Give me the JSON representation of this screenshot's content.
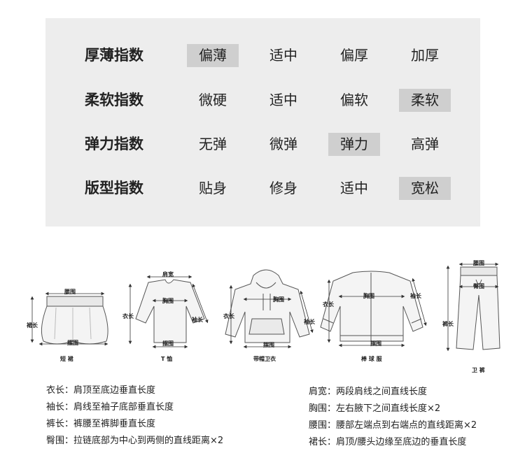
{
  "index_table": {
    "rows": [
      {
        "label": "厚薄指数",
        "options": [
          "偏薄",
          "适中",
          "偏厚",
          "加厚"
        ],
        "selected": 0
      },
      {
        "label": "柔软指数",
        "options": [
          "微硬",
          "适中",
          "偏软",
          "柔软"
        ],
        "selected": 3
      },
      {
        "label": "弹力指数",
        "options": [
          "无弹",
          "微弹",
          "弹力",
          "高弹"
        ],
        "selected": 2
      },
      {
        "label": "版型指数",
        "options": [
          "贴身",
          "修身",
          "适中",
          "宽松"
        ],
        "selected": 3
      }
    ],
    "highlight_color": "#cfcfcf",
    "panel_color": "#ededed"
  },
  "garments": {
    "skirt": {
      "caption": "短 裙",
      "labels": {
        "waist": "腰围",
        "length": "裙长",
        "hem": "摆围"
      }
    },
    "tshirt": {
      "caption": "T 恤",
      "labels": {
        "shoulder": "肩宽",
        "chest": "胸围",
        "length": "衣长",
        "sleeve": "袖长",
        "hem": "摆围"
      }
    },
    "hoodie": {
      "caption": "带帽卫衣",
      "labels": {
        "chest": "胸围",
        "length": "衣长",
        "sleeve": "袖长",
        "hem": "摆围"
      }
    },
    "jacket": {
      "caption": "棒 球 服",
      "labels": {
        "chest": "胸围",
        "length": "衣长",
        "sleeve": "袖长",
        "hem": "摆围"
      }
    },
    "pants": {
      "caption": "卫 裤",
      "labels": {
        "waist": "腰围",
        "length": "裤长",
        "hip": "臀围"
      }
    }
  },
  "definitions": {
    "left": [
      "衣长：肩顶至底边垂直长度",
      "袖长：肩线至袖子底部垂直长度",
      "裤长：裤腰至裤脚垂直长度",
      "臀围：拉链底部为中心到两侧的直线距离×2"
    ],
    "right": [
      "肩宽：两段肩线之间直线长度",
      "胸围：左右腋下之间直线长度×2",
      "腰围：腰部左端点到右端点的直线距离×2",
      "裙长：肩顶/腰头边缘至底边的垂直长度"
    ]
  }
}
